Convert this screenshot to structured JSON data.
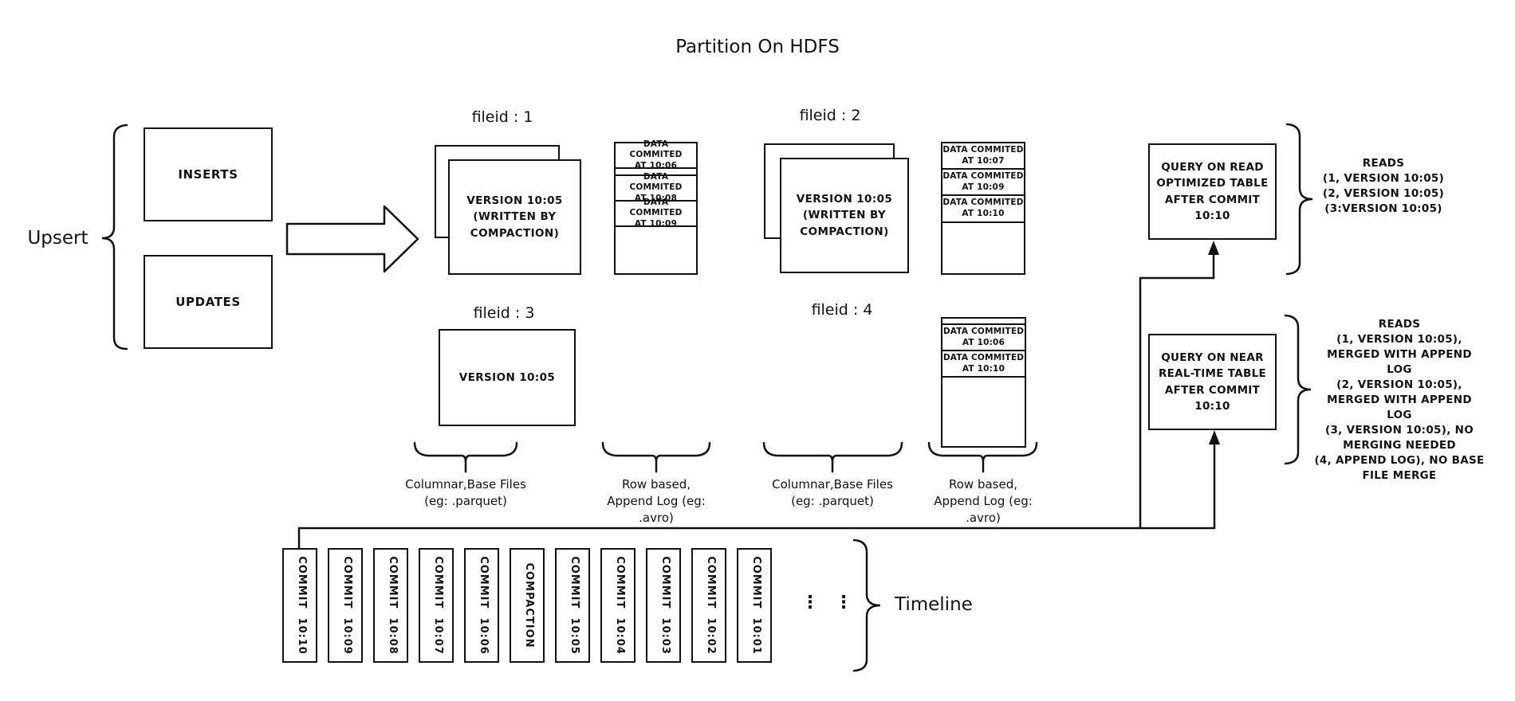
{
  "title": "Partition On HDFS",
  "upsert": {
    "label": "Upsert",
    "inserts": "INSERTS",
    "updates": "UPDATES",
    "commit_arrow": "Commit 10:10"
  },
  "file_groups": {
    "f1": {
      "label": "fileid : 1",
      "base_lines": [
        "VERSION 10:05",
        "(WRITTEN BY",
        "COMPACTION)"
      ]
    },
    "f2": {
      "label": "fileid : 2",
      "base_lines": [
        "VERSION 10:05",
        "(WRITTEN BY",
        "COMPACTION)"
      ]
    },
    "f3": {
      "label": "fileid : 3",
      "base_lines": [
        "VERSION 10:05"
      ]
    },
    "f4": {
      "label": "fileid : 4"
    }
  },
  "append_logs": {
    "log1": {
      "rows": [
        [
          "DATA COMMITED",
          "AT 10:06"
        ],
        [
          "DATA COMMITED",
          "AT 10:08"
        ],
        [
          "DATA COMMITED",
          "AT 10:09"
        ]
      ]
    },
    "log2": {
      "rows": [
        [
          "DATA COMMITED",
          "AT 10:07"
        ],
        [
          "DATA COMMITED",
          "AT 10:09"
        ],
        [
          "DATA COMMITED",
          "AT 10:10"
        ]
      ]
    },
    "log4": {
      "rows": [
        [
          "DATA COMMITED",
          "AT 10:06"
        ],
        [
          "DATA COMMITED",
          "AT 10:10"
        ]
      ]
    }
  },
  "column_labels": {
    "columnar1": [
      "Columnar,Base Files",
      "(eg: .parquet)"
    ],
    "rowbased1": [
      "Row based,",
      "Append Log  (eg:",
      ".avro)"
    ],
    "columnar2": [
      "Columnar,Base Files",
      "(eg: .parquet)"
    ],
    "rowbased2": [
      "Row based,",
      "Append Log  (eg:",
      ".avro)"
    ]
  },
  "queries": {
    "read_optimized": {
      "box_lines": [
        "QUERY ON READ",
        "OPTIMIZED TABLE",
        "AFTER COMMIT",
        "10:10"
      ],
      "reads_lines": [
        "READS",
        "(1, VERSION 10:05)",
        "(2, VERSION 10:05)",
        "(3:VERSION 10:05)"
      ]
    },
    "near_real_time": {
      "box_lines": [
        "QUERY ON NEAR",
        "REAL-TIME TABLE",
        "AFTER COMMIT",
        "10:10"
      ],
      "reads_lines": [
        "READS",
        "(1, VERSION 10:05),",
        "MERGED WITH APPEND LOG",
        "(2, VERSION 10:05),",
        "MERGED WITH APPEND LOG",
        "(3, VERSION 10:05), NO",
        "MERGING NEEDED",
        "(4, APPEND LOG), NO BASE",
        "FILE MERGE"
      ]
    }
  },
  "timeline": {
    "label": "Timeline",
    "ellipsis": "⋮",
    "entries": [
      "COMMIT  10:10",
      "COMMIT  10:09",
      "COMMIT  10:08",
      "COMMIT  10:07",
      "COMMIT  10:06",
      "COMPACTION",
      "COMMIT  10:05",
      "COMMIT  10:04",
      "COMMIT  10:03",
      "COMMIT  10:02",
      "COMMIT  10:01"
    ]
  },
  "colors": {
    "ink": "#111111",
    "background": "#ffffff"
  }
}
